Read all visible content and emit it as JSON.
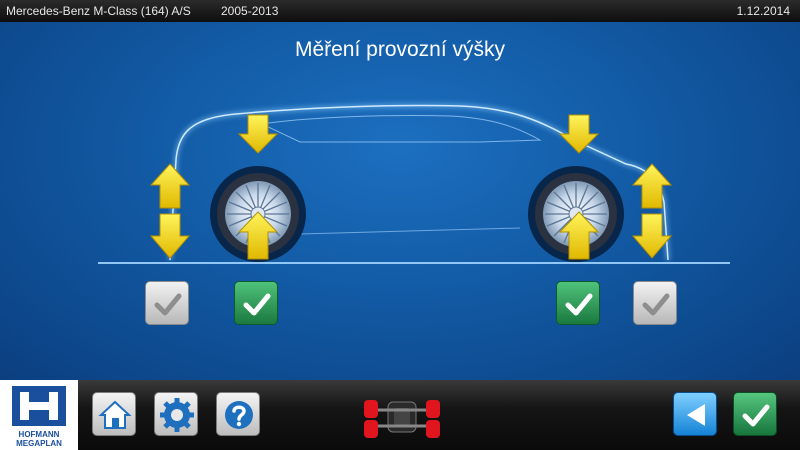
{
  "header": {
    "vehicle": "Mercedes-Benz M-Class (164) A/S",
    "years": "2005-2013",
    "date": "1.12.2014"
  },
  "main": {
    "title": "Měření provozní výšky",
    "wheel_status": [
      {
        "position": "front-outer",
        "checked": true,
        "state": "inactive"
      },
      {
        "position": "front-wheel",
        "checked": true,
        "state": "active"
      },
      {
        "position": "rear-wheel",
        "checked": true,
        "state": "active"
      },
      {
        "position": "rear-outer",
        "checked": true,
        "state": "inactive"
      }
    ]
  },
  "colors": {
    "background_blue": "#125aa4",
    "arrow_yellow": "#f5d90a",
    "check_green": "#1b7a3f",
    "brand_blue": "#1a4f9e"
  },
  "toolbar": {
    "logo_line1": "HOFMANN",
    "logo_line2": "MEGAPLAN",
    "home_icon": "home-icon",
    "settings_icon": "gear-icon",
    "help_icon": "help-icon",
    "chassis_icon": "chassis-icon",
    "back_icon": "back-arrow-icon",
    "confirm_icon": "check-icon"
  }
}
